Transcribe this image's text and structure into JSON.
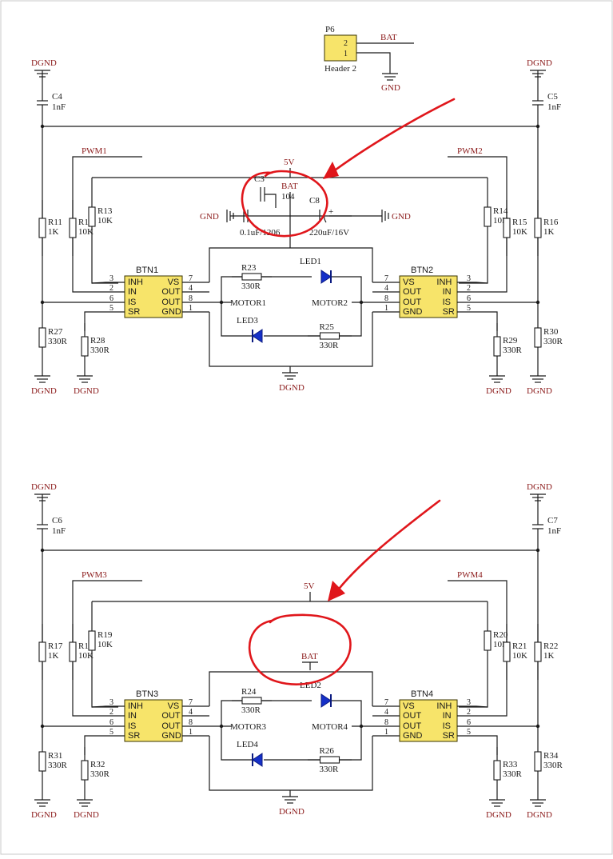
{
  "header": {
    "ref": "P6",
    "name": "Header 2",
    "pin2": "2",
    "pin1": "1",
    "net_top": "BAT",
    "net_bottom": "GND"
  },
  "nets": {
    "dgnd": "DGND",
    "gnd": "GND",
    "v5": "5V",
    "bat": "BAT"
  },
  "colors": {
    "wire": "#1a1a1a",
    "label": "#8b1a1a",
    "chip": "#f7e46a",
    "led": "#1530c8",
    "annotation": "#e0161b"
  },
  "top": {
    "caps": {
      "c4_ref": "C4",
      "c4_val": "1nF",
      "c5_ref": "C5",
      "c5_val": "1nF",
      "c3_ref": "C3",
      "c3_val": "104",
      "c8_ref": "C8",
      "c8_val": "220uF/16V",
      "c9_val": "0.1uF/1206"
    },
    "pwm_left": "PWM1",
    "pwm_right": "PWM2",
    "res": {
      "r11": [
        "R11",
        "1K"
      ],
      "r12": [
        "R12",
        "10K"
      ],
      "r13": [
        "R13",
        "10K"
      ],
      "r14": [
        "R14",
        "10K"
      ],
      "r15": [
        "R15",
        "10K"
      ],
      "r16": [
        "R16",
        "1K"
      ],
      "r27": [
        "R27",
        "330R"
      ],
      "r28": [
        "R28",
        "330R"
      ],
      "r29": [
        "R29",
        "330R"
      ],
      "r30": [
        "R30",
        "330R"
      ],
      "r23": [
        "R23",
        "330R"
      ],
      "r25": [
        "R25",
        "330R"
      ]
    },
    "led_top": "LED1",
    "led_bottom": "LED3",
    "motor_left": "MOTOR1",
    "motor_right": "MOTOR2",
    "chip_left": {
      "name": "BTN1",
      "l": [
        "INH",
        "IN",
        "IS",
        "SR"
      ],
      "r": [
        "VS",
        "OUT",
        "OUT",
        "GND"
      ],
      "lp": [
        "3",
        "2",
        "6",
        "5"
      ],
      "rp": [
        "7",
        "4",
        "8",
        "1"
      ]
    },
    "chip_right": {
      "name": "BTN2",
      "l": [
        "VS",
        "OUT",
        "OUT",
        "GND"
      ],
      "r": [
        "INH",
        "IN",
        "IS",
        "SR"
      ],
      "lp": [
        "7",
        "4",
        "8",
        "1"
      ],
      "rp": [
        "3",
        "2",
        "6",
        "5"
      ]
    }
  },
  "bottom": {
    "caps": {
      "c6_ref": "C6",
      "c6_val": "1nF",
      "c7_ref": "C7",
      "c7_val": "1nF"
    },
    "pwm_left": "PWM3",
    "pwm_right": "PWM4",
    "res": {
      "r17": [
        "R17",
        "1K"
      ],
      "r18": [
        "R18",
        "10K"
      ],
      "r19": [
        "R19",
        "10K"
      ],
      "r20": [
        "R20",
        "10K"
      ],
      "r21": [
        "R21",
        "10K"
      ],
      "r22": [
        "R22",
        "1K"
      ],
      "r31": [
        "R31",
        "330R"
      ],
      "r32": [
        "R32",
        "330R"
      ],
      "r33": [
        "R33",
        "330R"
      ],
      "r34": [
        "R34",
        "330R"
      ],
      "r24": [
        "R24",
        "330R"
      ],
      "r26": [
        "R26",
        "330R"
      ]
    },
    "led_top": "LED2",
    "led_bottom": "LED4",
    "motor_left": "MOTOR3",
    "motor_right": "MOTOR4",
    "chip_left": {
      "name": "BTN3",
      "l": [
        "INH",
        "IN",
        "IS",
        "SR"
      ],
      "r": [
        "VS",
        "OUT",
        "OUT",
        "GND"
      ],
      "lp": [
        "3",
        "2",
        "6",
        "5"
      ],
      "rp": [
        "7",
        "4",
        "8",
        "1"
      ]
    },
    "chip_right": {
      "name": "BTN4",
      "l": [
        "VS",
        "OUT",
        "OUT",
        "GND"
      ],
      "r": [
        "INH",
        "IN",
        "IS",
        "SR"
      ],
      "lp": [
        "7",
        "4",
        "8",
        "1"
      ],
      "rp": [
        "3",
        "2",
        "6",
        "5"
      ]
    }
  }
}
